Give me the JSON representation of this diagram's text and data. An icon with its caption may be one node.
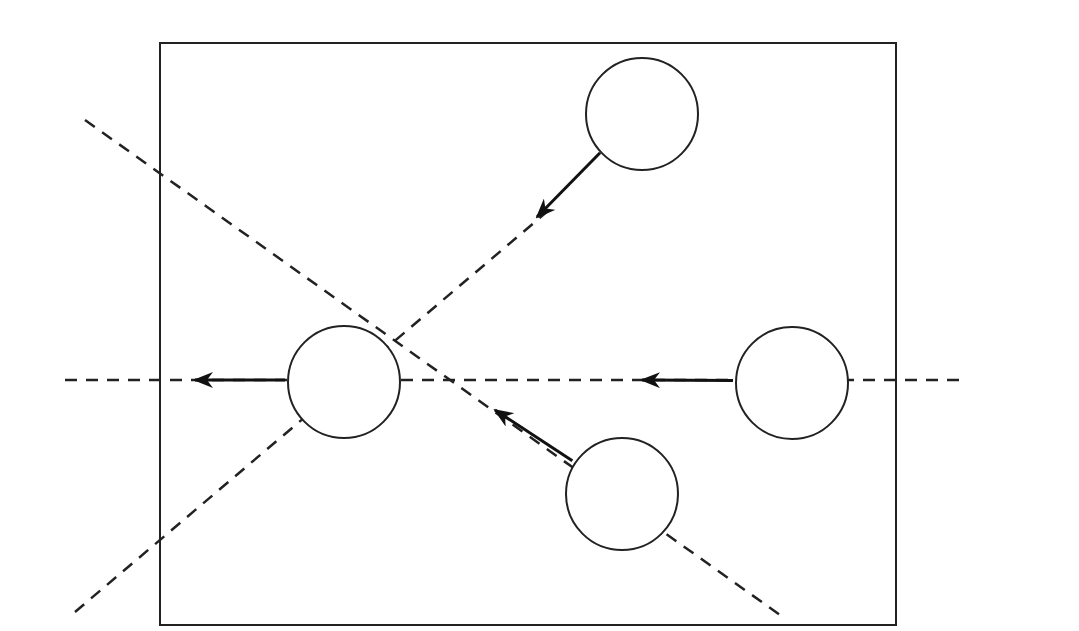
{
  "diagram": {
    "nodes": [
      {
        "text": [],
        "shape": "box"
      },
      {
        "text": [],
        "shape": "circle",
        "in": 0
      },
      {
        "text": [],
        "shape": "circle",
        "in": 0
      },
      {
        "text": [],
        "shape": "circle",
        "in": 0
      },
      {
        "text": [],
        "shape": "circle",
        "in": 0
      }
    ],
    "edges": [
      {
        "from": 1,
        "to": null,
        "arrow": "to"
      },
      {
        "from": 2,
        "to": null,
        "arrow": "to"
      },
      {
        "from": 3,
        "to": null,
        "arrow": "to"
      },
      {
        "from": 4,
        "to": null,
        "arrow": "to"
      }
    ]
  }
}
